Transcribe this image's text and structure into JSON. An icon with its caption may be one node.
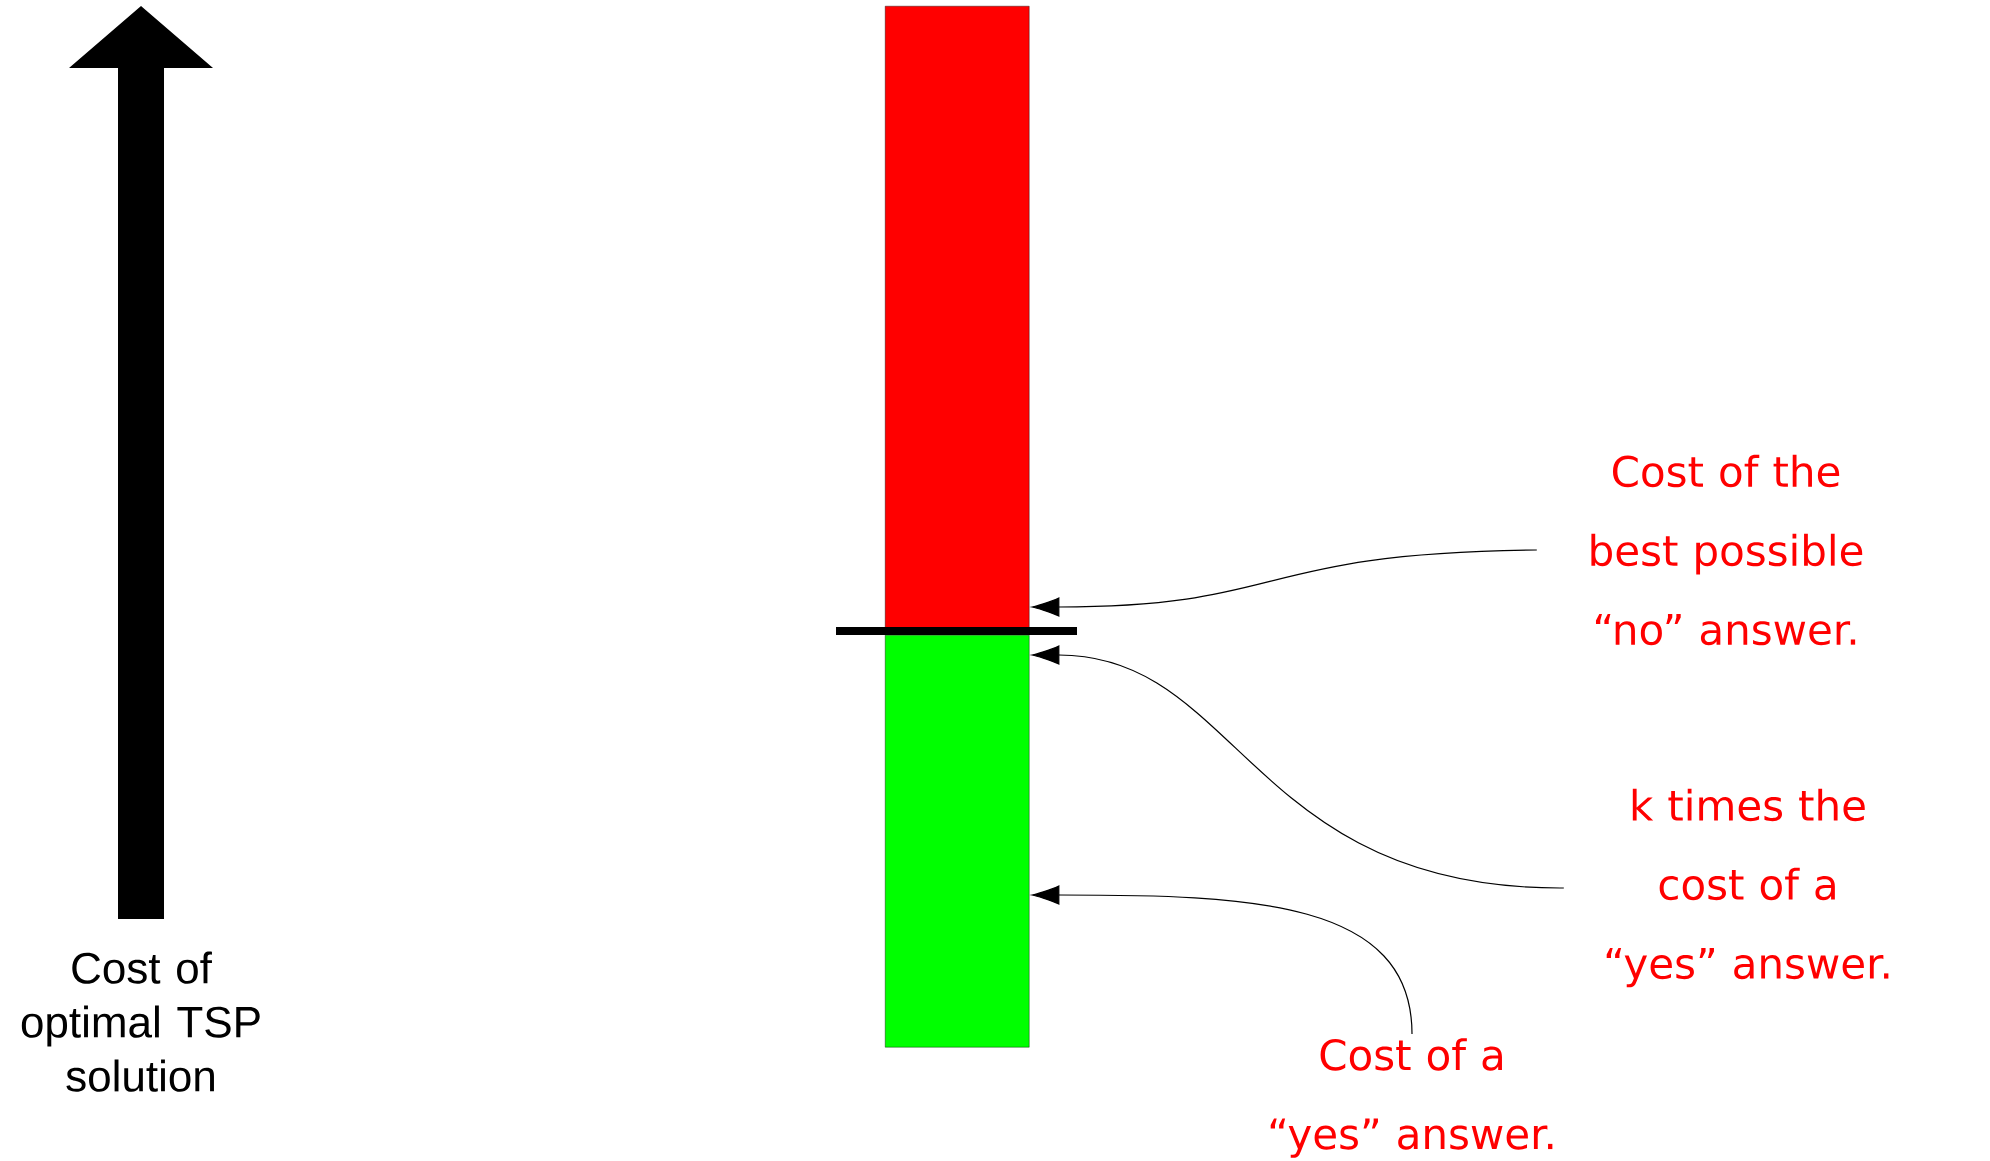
{
  "diagram": {
    "nodes": [
      {
        "text": [],
        "shape": "bar"
      },
      {
        "text": [],
        "shape": "bar"
      },
      {
        "text": [
          "Cost of the best possible “no” answer."
        ]
      },
      {
        "text": [
          "k times the cost of a “yes” answer."
        ]
      },
      {
        "text": [
          "Cost of a “yes” answer."
        ]
      }
    ],
    "edges": [
      {
        "from": 2,
        "to": 0,
        "arrow": "to"
      },
      {
        "from": 3,
        "to": 1,
        "arrow": "to"
      },
      {
        "from": 4,
        "to": 1,
        "arrow": "to"
      }
    ],
    "labels": [
      "Cost of optimal TSP solution"
    ]
  }
}
